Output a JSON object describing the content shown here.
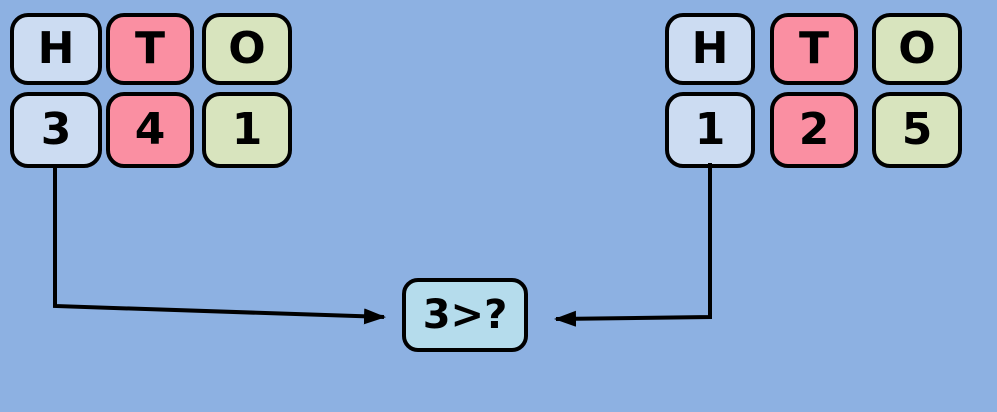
{
  "background_color": "#8db1e2",
  "colors": {
    "hundreds_cell": "#ccdcf2",
    "tens_cell": "#fa8fa2",
    "ones_cell": "#d8e4be",
    "comparison_box": "#b5dcec",
    "border": "#000000",
    "arrow": "#000000"
  },
  "left_chart": {
    "headers": [
      "H",
      "T",
      "O"
    ],
    "digits": [
      "3",
      "4",
      "1"
    ]
  },
  "right_chart": {
    "headers": [
      "H",
      "T",
      "O"
    ],
    "digits": [
      "1",
      "2",
      "5"
    ]
  },
  "comparison": {
    "label": "3>?"
  }
}
